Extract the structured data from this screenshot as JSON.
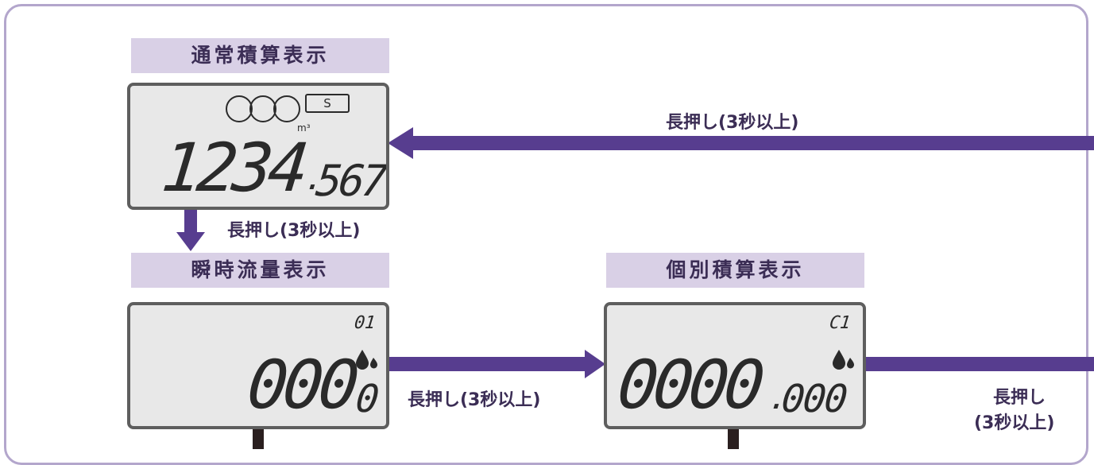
{
  "colors": {
    "title_bg": "#d9d0e6",
    "arrow": "#573d8f",
    "lcd_bg": "#e8e8e8",
    "frame": "#b3a6cc",
    "text": "#3b2d55"
  },
  "panels": {
    "normal": {
      "title": "通常積算表示",
      "badge": "S",
      "unit": "m³",
      "digits_main": "1234",
      "decimal_point": ".",
      "digits_small": "567"
    },
    "flow": {
      "title": "瞬時流量表示",
      "code": "01",
      "digits_main": "000",
      "digits_small": "0"
    },
    "individual": {
      "title": "個別積算表示",
      "code": "C1",
      "digits_main": "0000",
      "decimal_point": ".",
      "digits_small": "000"
    }
  },
  "arrows": {
    "to_normal": "長押し(3秒以上)",
    "normal_to_flow": "長押し(3秒以上)",
    "flow_to_individual": "長押し(3秒以上)",
    "individual_out_line1": "長押し",
    "individual_out_line2": "(3秒以上)"
  },
  "icons": {
    "indicator_circles": "three-circle-indicator-icon",
    "drop": "water-drop-icon"
  }
}
